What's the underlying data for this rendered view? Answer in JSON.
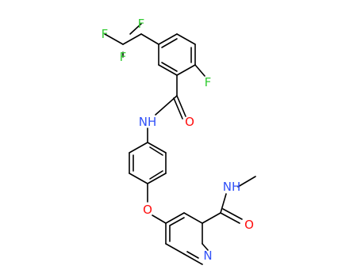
{
  "colors": {
    "carbon_bond": "#000000",
    "F": "#33cc33",
    "O": "#ff0d0d",
    "N": "#3050f8"
  },
  "molecule": {
    "atoms": [
      {
        "id": "F1",
        "label": "F",
        "element": "F"
      },
      {
        "id": "F2",
        "label": "F",
        "element": "F"
      },
      {
        "id": "F3",
        "label": "F",
        "element": "F"
      },
      {
        "id": "F4",
        "label": "F",
        "element": "F"
      },
      {
        "id": "O1",
        "label": "O",
        "element": "O"
      },
      {
        "id": "N1",
        "label": "NH",
        "element": "N"
      },
      {
        "id": "O2",
        "label": "O",
        "element": "O"
      },
      {
        "id": "N2",
        "label": "NH",
        "element": "N"
      },
      {
        "id": "O3",
        "label": "O",
        "element": "O"
      },
      {
        "id": "N3",
        "label": "N",
        "element": "N"
      }
    ]
  }
}
